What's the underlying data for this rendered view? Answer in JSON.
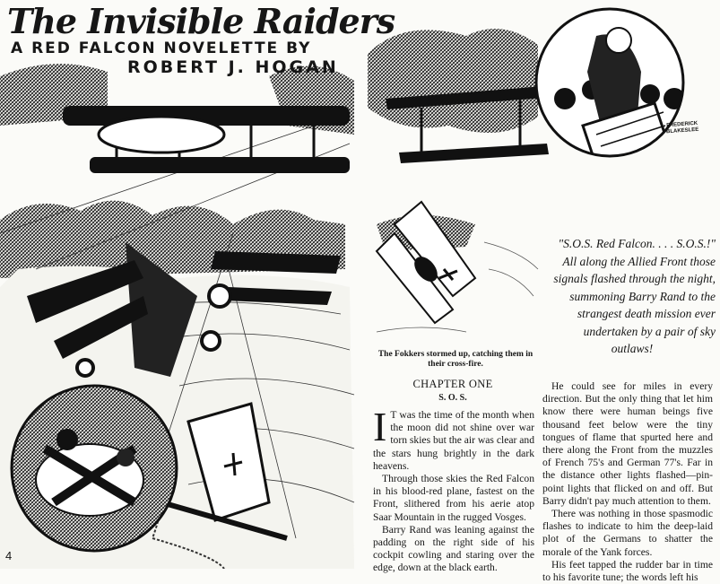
{
  "story": {
    "title": "The Invisible Raiders",
    "subtitle": "A RED FALCON NOVELETTE BY",
    "author": "ROBERT J. HOGAN",
    "page_number": "4",
    "artist_signature": "FREDERICK BLAKESLEE"
  },
  "caption": "The Fokkers stormed up, catching them in their cross-fire.",
  "blurb": {
    "main": "\"S.O.S. Red Falcon. . . . S.O.S.!\" All along the Allied Front those signals flashed through the night, summoning Barry Rand to the strangest death mission ever undertaken by a pair of sky",
    "last": "outlaws!"
  },
  "chapter": {
    "heading": "CHAPTER ONE",
    "subheading": "S. O. S.",
    "drop_cap": "I",
    "paragraphs": [
      "T was the time of the month when the moon did not shine over war torn skies but the air was clear and the stars hung brightly in the dark heavens.",
      "Through those skies the Red Falcon in his blood-red plane, fastest on the Front, slithered from his aerie atop Saar Mountain in the rugged Vosges.",
      "Barry Rand was leaning against the padding on the right side of his cockpit cowling and staring over the edge, down at the black earth.",
      "He could see for miles in every direction. But the only thing that let him know there were human beings five thousand feet below were the tiny tongues of flame that spurted here and there along the Front from the muzzles of French 75's and German 77's. Far in the distance other lights flashed—pin-point lights that flicked on and off. But Barry didn't pay much attention to them.",
      "There was nothing in those spasmodic flashes to indicate to him the deep-laid plot of the Germans to shatter the morale of the Yank forces.",
      "His feet tapped the rudder bar in time to his favorite tune; the words left his"
    ]
  }
}
